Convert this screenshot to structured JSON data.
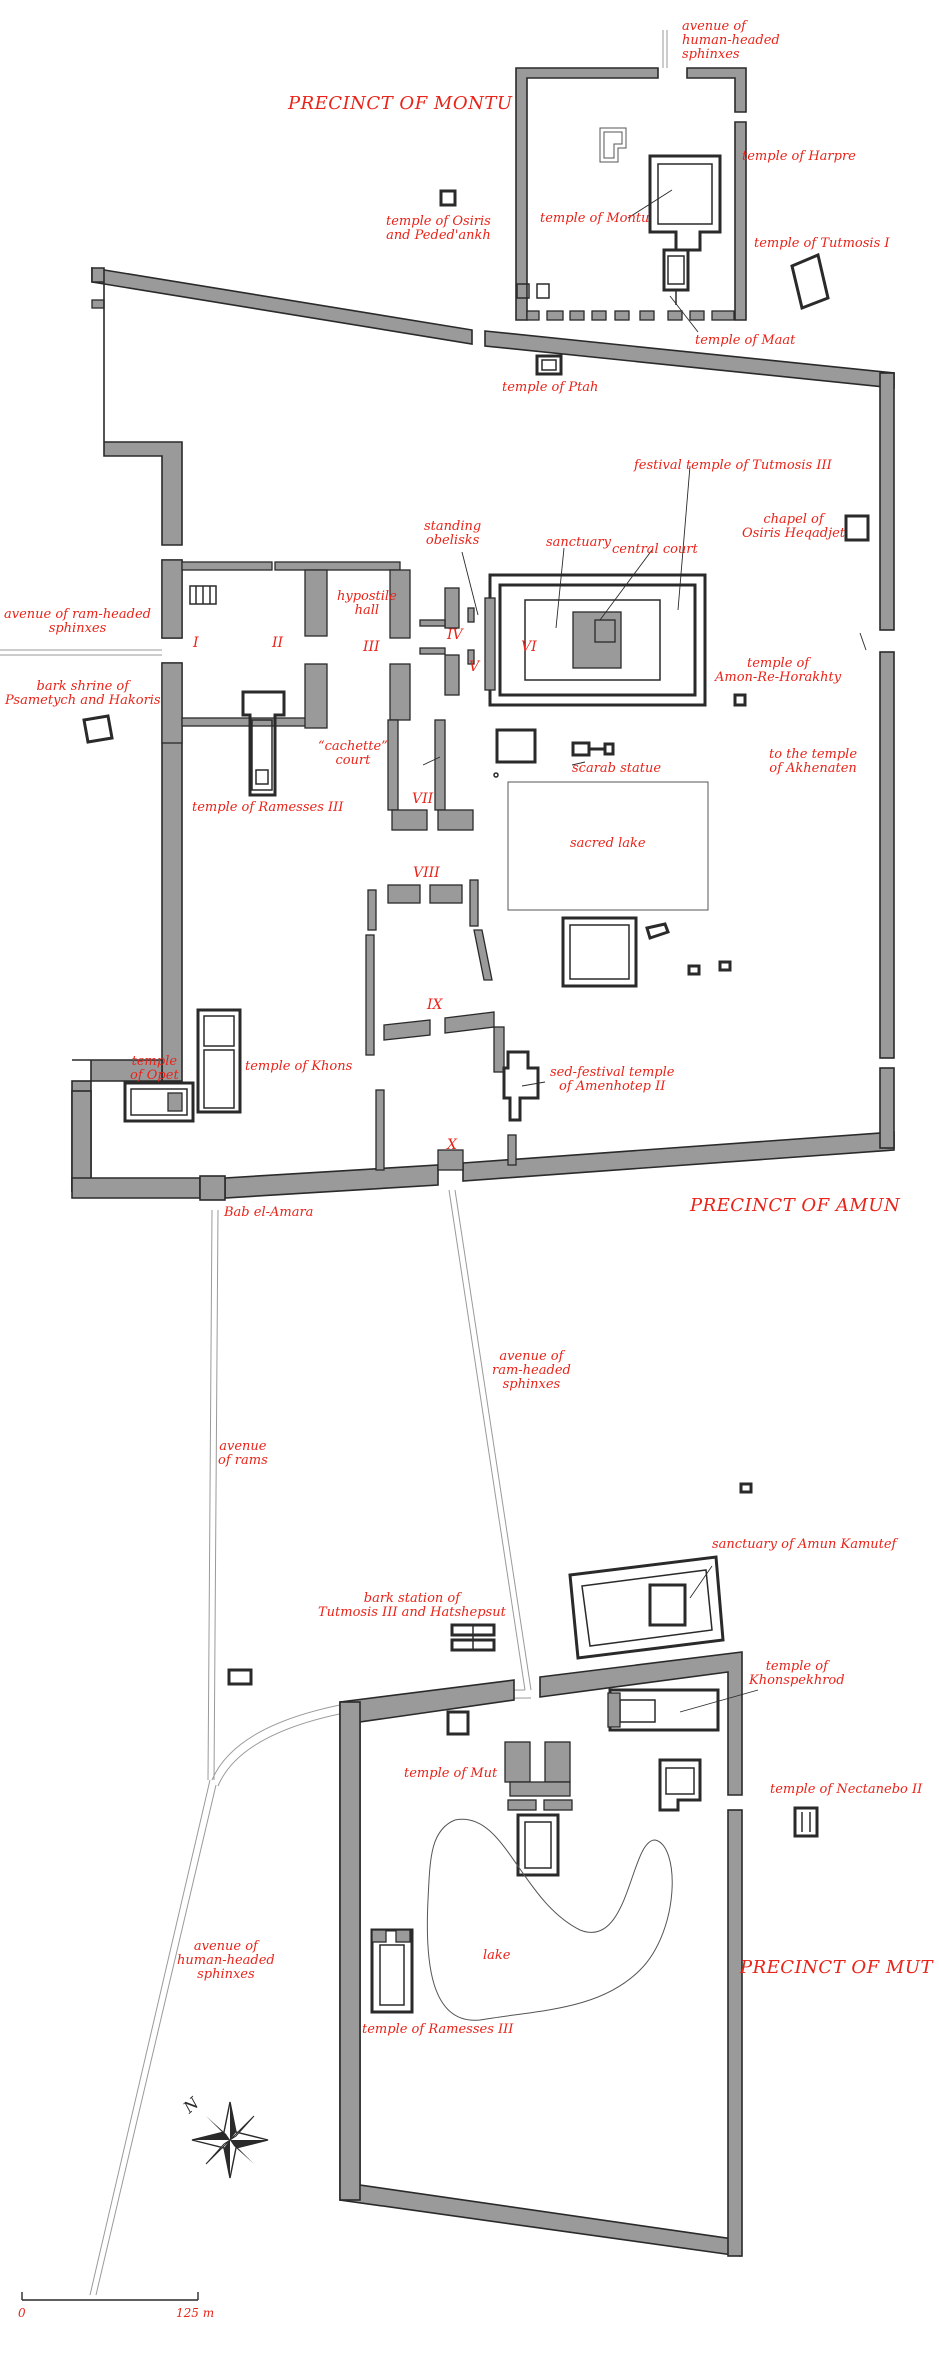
{
  "precincts": {
    "montu": "PRECINCT OF MONTU",
    "amun": "PRECINCT OF AMUN",
    "mut": "PRECINCT OF MUT"
  },
  "labels": {
    "avenue_human_north": "avenue of\nhuman-headed\nsphinxes",
    "temple_harpre": "temple of Harpre",
    "temple_osiris_pededankh": "temple of Osiris\nand Peded'ankh",
    "temple_montu": "temple of Montu",
    "temple_tutmosis_i": "temple of Tutmosis I",
    "temple_maat": "temple of Maat",
    "temple_ptah": "temple of Ptah",
    "festival_temple": "festival temple of Tutmosis III",
    "standing_obelisks": "standing\nobelisks",
    "sanctuary": "sanctuary",
    "central_court": "central court",
    "chapel_osiris": "chapel of\nOsiris Heqadjet",
    "hypostile_hall": "hypostile\nhall",
    "avenue_ram_west": "avenue of ram-headed\nsphinxes",
    "temple_amon_re": "temple of\nAmon-Re-Horakhty",
    "bark_shrine": "bark shrine of\nPsametych and Hakoris",
    "cachette_court": "“cachette”\ncourt",
    "scarab_statue": "scarab statue",
    "to_akhenaten": "to the temple\nof Akhenaten",
    "temple_ramesses_iii_north": "temple of Ramesses III",
    "sacred_lake": "sacred lake",
    "temple_opet": "temple\nof Opet",
    "temple_khons": "temple of Khons",
    "sed_festival": "sed-festival temple\nof Amenhotep II",
    "bab_el_amara": "Bab el-Amara",
    "avenue_ram_south": "avenue of\nram-headed\nsphinxes",
    "avenue_rams": "avenue\nof rams",
    "sanctuary_kamutef": "sanctuary of Amun Kamutef",
    "bark_station": "bark station of\nTutmosis III and Hatshepsut",
    "temple_khonspekhrod": "temple of\nKhonspekhrod",
    "temple_mut": "temple of Mut",
    "temple_nectanebo": "temple of Nectanebo II",
    "avenue_human_south": "avenue of\nhuman-headed\nsphinxes",
    "lake": "lake",
    "temple_ramesses_iii_mut": "temple of Ramesses III"
  },
  "pylons": [
    "I",
    "II",
    "III",
    "IV",
    "V",
    "VI",
    "VII",
    "VIII",
    "IX",
    "X"
  ],
  "scale": {
    "start": "0",
    "end": "125 m"
  },
  "compass": {
    "label": "N"
  },
  "colors": {
    "label": "#e8241a",
    "wall_fill": "#9a9a9a",
    "outline": "#2a2a2a"
  }
}
